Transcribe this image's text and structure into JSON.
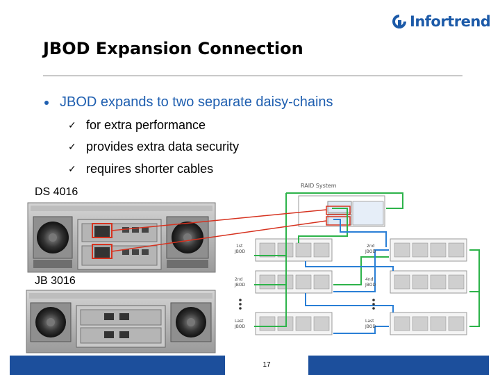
{
  "logo": {
    "text": "Infortrend"
  },
  "title": "JBOD Expansion Connection",
  "bullet": "JBOD expands to two separate daisy-chains",
  "checks": [
    "for extra performance",
    "provides extra data security",
    "requires shorter cables"
  ],
  "check_glyph": "✓",
  "device_labels": {
    "ds": "DS 4016",
    "jb": "JB 3016"
  },
  "diagram": {
    "raid_system": "RAID System",
    "left": [
      "1st",
      "JBOD",
      "2nd",
      "JBOD",
      "Last",
      "JBOD"
    ],
    "right": [
      "2nd",
      "JBOD",
      "4nd",
      "JBOD",
      "Last",
      "JBOD"
    ]
  },
  "page_number": "17",
  "colors": {
    "accent": "#1f5fb0",
    "footer": "#1c4f9c",
    "cable_green": "#2db34a",
    "cable_blue": "#2a7fd6",
    "callout": "#d6321f"
  }
}
